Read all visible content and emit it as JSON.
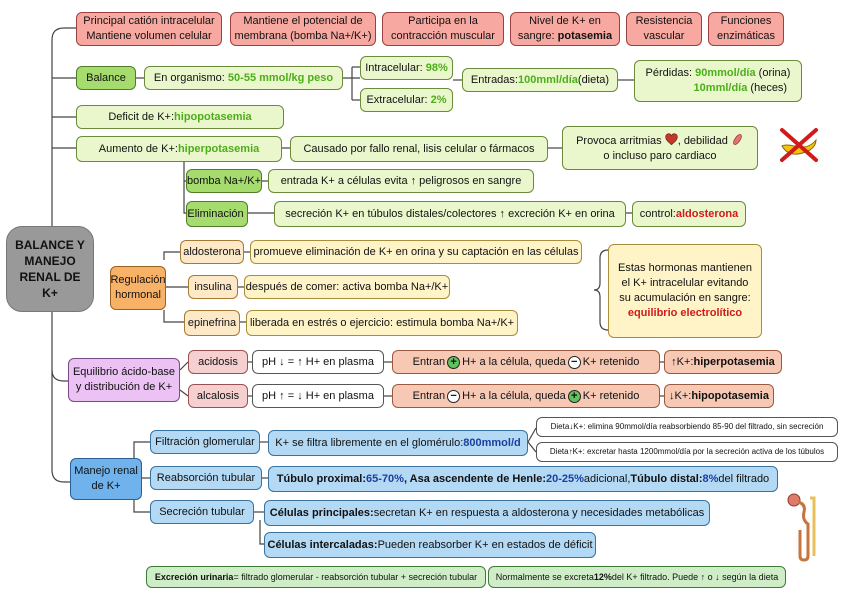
{
  "center": {
    "title": "BALANCE Y MANEJO RENAL DE K+"
  },
  "functions": [
    {
      "line1": "Principal catión intracelular",
      "line2": "Mantiene volumen celular"
    },
    {
      "line1": "Mantiene el potencial de",
      "line2": "membrana (bomba Na+/K+)"
    },
    {
      "line1": "Participa en la",
      "line2": "contracción muscular"
    },
    {
      "line1": "Nivel de K+ en",
      "line2_prefix": "sangre: ",
      "line2_bold": "potasemia"
    },
    {
      "line1": "Resistencia",
      "line2": "vascular"
    },
    {
      "line1": "Funciones",
      "line2": "enzimáticas"
    }
  ],
  "balance": {
    "label": "Balance",
    "organism_prefix": "En organismo: ",
    "organism_value": "50-55 mmol/kg peso",
    "intra_prefix": "Intracelular: ",
    "intra_value": "98%",
    "extra_prefix": "Extracelular: ",
    "extra_value": "2%",
    "intake_prefix": "Entradas: ",
    "intake_value": "100mml/día",
    "intake_suffix": " (dieta)",
    "losses_prefix": "Pérdidas: ",
    "losses_value1": "90mmol/día",
    "losses_suffix1": " (orina)",
    "losses_value2": "10mml/día",
    "losses_suffix2": " (heces)"
  },
  "deficit": {
    "prefix": "Deficit de K+: ",
    "value": "hipopotasemia"
  },
  "excess": {
    "prefix": "Aumento de K+: ",
    "value": "hiperpotasemia",
    "cause": "Causado por fallo renal, lisis celular o fármacos",
    "effect_line1": "Provoca arritmias",
    "effect_line1b": ", debilidad",
    "effect_line2": "o incluso paro cardiaco"
  },
  "pump": {
    "label": "bomba Na+/K+",
    "desc": "entrada K+ a células evita ↑ peligrosos en sangre"
  },
  "elimination": {
    "label": "Eliminación",
    "desc": "secreción K+ en túbulos distales/colectores ↑ excreción K+ en orina",
    "control_prefix": "control: ",
    "control_value": "aldosterona"
  },
  "regulation": {
    "label_line1": "Regulación",
    "label_line2": "hormonal",
    "hormones": [
      {
        "name": "aldosterona",
        "desc": "promueve eliminación de K+ en orina y su captación en las células"
      },
      {
        "name": "insulina",
        "desc": "después de comer: activa bomba Na+/K+"
      },
      {
        "name": "epinefrina",
        "desc": "liberada en estrés o ejercicio: estimula bomba Na+/K+"
      }
    ],
    "note_line1": "Estas hormonas mantienen",
    "note_line2": "el K+ intracelular evitando",
    "note_line3": "su acumulación en sangre:",
    "note_bold": "equilibrio electrolítico"
  },
  "acidbase": {
    "label_line1": "Equilibrio ácido-base",
    "label_line2": "y distribución de K+",
    "acidosis": {
      "name": "acidosis",
      "ph": "pH ↓ = ↑ H+ en plasma",
      "enter_prefix": "Entran",
      "enter_mid": "H+ a la célula, queda",
      "enter_suffix": "K+ retenido",
      "result_prefix": "↑K+: ",
      "result_bold": "hiperpotasemia"
    },
    "alcalosis": {
      "name": "alcalosis",
      "ph": "pH ↑ = ↓ H+ en plasma",
      "enter_prefix": "Entran",
      "enter_mid": "H+ a la célula, queda",
      "enter_suffix": "K+ retenido",
      "result_prefix": "↓K+: ",
      "result_bold": "hipopotasemia"
    }
  },
  "renal": {
    "label_line1": "Manejo renal",
    "label_line2": "de K+",
    "filtration": {
      "label": "Filtración glomerular",
      "desc_prefix": "K+ se filtra libremente en el glomérulo: ",
      "desc_value": "800mmol/d",
      "diet_low": "Dieta↓K+: elimina 90mmol/día reabsorbiendo 85-90 del filtrado, sin secreción",
      "diet_high": "Dieta↑K+: excretar hasta 1200mmol/día por la secreción activa de los túbulos"
    },
    "reabsorption": {
      "label": "Reabsorción tubular",
      "p1_bold": "Túbulo proximal: ",
      "p1_value": "65-70%",
      "p2_bold": ", Asa ascendente de Henle: ",
      "p2_value": "20-25%",
      "p3": " adicional, ",
      "p4_bold": "Túbulo distal: ",
      "p4_value": "8%",
      "p5": " del filtrado"
    },
    "secretion": {
      "label": "Secreción tubular",
      "principal_bold": "Células principales:",
      "principal_text": " secretan K+ en respuesta a aldosterona y necesidades metabólicas",
      "intercalated_bold": "Células intercaladas:",
      "intercalated_text": " Pueden reabsorber K+ en estados de déficit"
    },
    "excretion_bold": "Excreción urinaria",
    "excretion_text": " = filtrado glomerular - reabsorción tubular + secreción tubular",
    "normal_prefix": "Normalmente se excreta ",
    "normal_bold": "12%",
    "normal_suffix": " del K+ filtrado. Puede ↑ o ↓ según la dieta"
  },
  "icons": [
    "heart-icon",
    "muscle-icon",
    "kidney-icon",
    "banana-crossed-icon",
    "nephron-icon"
  ],
  "colors": {
    "green": "#4caf1a",
    "red": "#d11a1a",
    "navy": "#1a3fa0"
  }
}
